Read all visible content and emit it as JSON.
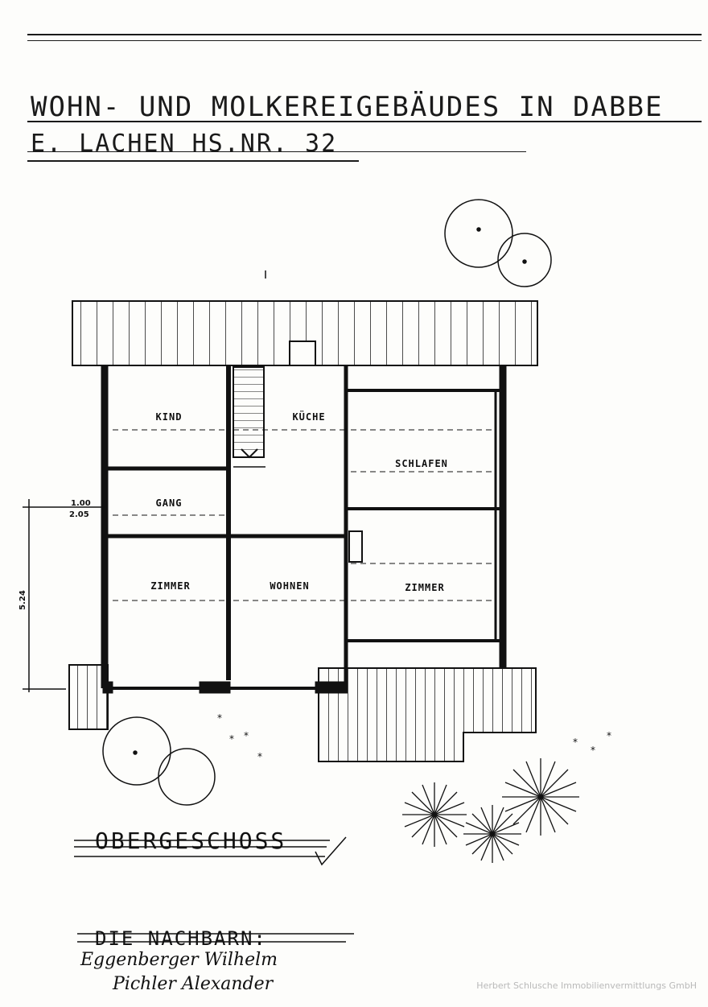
{
  "title": {
    "line1": "WOHN- UND MOLKEREIGEBÄUDES IN DABBE",
    "line2": "E. LACHEN HS.NR. 32"
  },
  "rooms": {
    "kind": "KIND",
    "kueche": "KÜCHE",
    "schlafen": "SCHLAFEN",
    "gang": "GANG",
    "zimmer_left": "ZIMMER",
    "wohnen": "WOHNEN",
    "zimmer_right": "ZIMMER"
  },
  "dimensions": {
    "d1": "1.00",
    "d2": "2.05",
    "d3": "5.24"
  },
  "floor_label": "OBERGESCHOSS",
  "neighbors": {
    "title": "DIE NACHBARN:",
    "names": [
      "Eggenberger Wilhelm",
      "Pichler Alexander"
    ]
  },
  "watermark": "Herbert Schlusche Immobilienvermittlungs GmbH"
}
